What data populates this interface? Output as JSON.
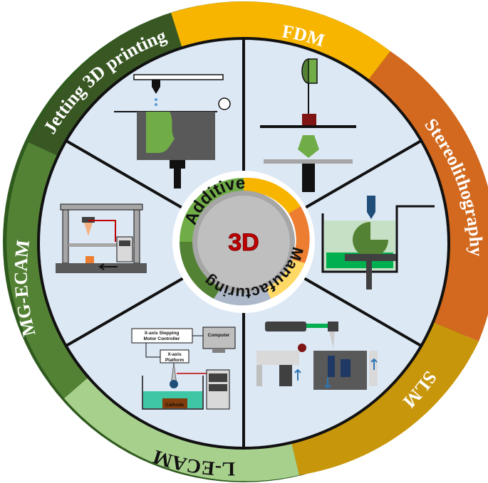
{
  "ring": {
    "fdm": "FDM",
    "stereolithography": "Stereolithography",
    "slm": "SLM",
    "l_ecam": "L-ECAM",
    "mg_ecam": "MG-ECAM",
    "jetting": "Jetting 3D printing"
  },
  "hub": {
    "word1": "Additive",
    "word2": "Manufacturing",
    "badge": "3D"
  },
  "lecam_panel": {
    "stepper_line1": "X-axis Stepping",
    "stepper_line2": "Motor Controller",
    "computer": "Computer",
    "platform_line1": "X-axis",
    "platform_line2": "Platform",
    "cathode": "Cathode"
  },
  "colors": {
    "fdm": "#f7b500",
    "stereolithography": "#d2691e",
    "slm": "#c8960a",
    "l_ecam": "#a8d08d",
    "mg_ecam": "#548235",
    "jetting": "#385723",
    "panel_bg": "#dde8f5"
  }
}
